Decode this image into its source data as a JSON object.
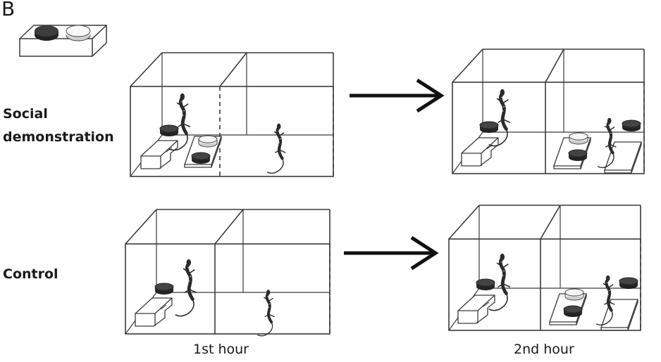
{
  "panel_label": "B",
  "rows": {
    "social": {
      "line1": "Social",
      "line2": "demonstration"
    },
    "control": {
      "label": "Control"
    }
  },
  "time_labels": {
    "first": "1st hour",
    "second": "2nd hour"
  },
  "colors": {
    "stroke": "#3a3a3a",
    "dark_disc": "#333333",
    "light_disc": "#f4f4f4",
    "arrow": "#111111"
  },
  "icons": [
    "feeder-icon",
    "lizard-icon",
    "arrow-icon",
    "enclosure-icon",
    "platform-icon"
  ]
}
